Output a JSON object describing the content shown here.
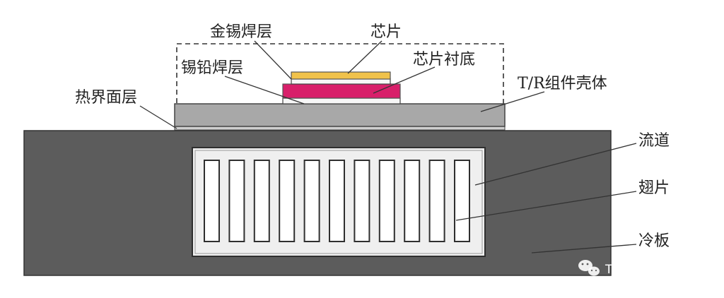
{
  "labels": {
    "au_sn_solder": "金锡焊层",
    "chip": "芯片",
    "pb_sn_solder": "锡铅焊层",
    "chip_substrate": "芯片衬底",
    "tim_layer": "热界面层",
    "tr_housing": "T/R组件壳体",
    "flow_channel": "流道",
    "fin": "翅片",
    "cold_plate": "冷板"
  },
  "watermark": {
    "text": "TM热管理 +",
    "icon": "wechat-icon"
  },
  "colors": {
    "cold_plate": "#5c5c5c",
    "housing": "#a8a8a8",
    "chip": "#f0c24b",
    "substrate": "#d81f6a",
    "channel_fill": "#efefef"
  }
}
